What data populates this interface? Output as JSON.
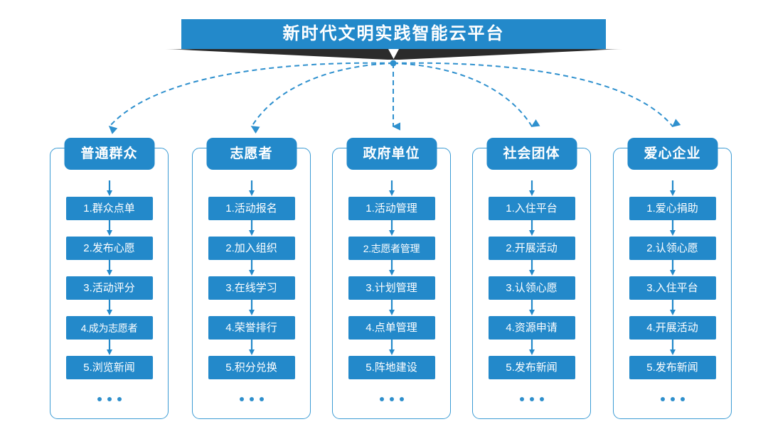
{
  "diagram": {
    "title": "新时代文明实践智能云平台",
    "accent_color": "#2389CA",
    "border_color": "#3B9BD4",
    "ribbon_color": "#2B2B2B",
    "ellipsis_symbol": "...",
    "columns": [
      {
        "header": "普通群众",
        "items": [
          "1.群众点单",
          "2.发布心愿",
          "3.活动评分",
          "4.成为志愿者",
          "5.浏览新闻"
        ]
      },
      {
        "header": "志愿者",
        "items": [
          "1.活动报名",
          "2.加入组织",
          "3.在线学习",
          "4.荣誉排行",
          "5.积分兑换"
        ]
      },
      {
        "header": "政府单位",
        "items": [
          "1.活动管理",
          "2.志愿者管理",
          "3.计划管理",
          "4.点单管理",
          "5.阵地建设"
        ]
      },
      {
        "header": "社会团体",
        "items": [
          "1.入住平台",
          "2.开展活动",
          "3.认领心愿",
          "4.资源申请",
          "5.发布新闻"
        ]
      },
      {
        "header": "爱心企业",
        "items": [
          "1.爱心捐助",
          "2.认领心愿",
          "3.入住平台",
          "4.开展活动",
          "5.发布新闻"
        ]
      }
    ]
  }
}
